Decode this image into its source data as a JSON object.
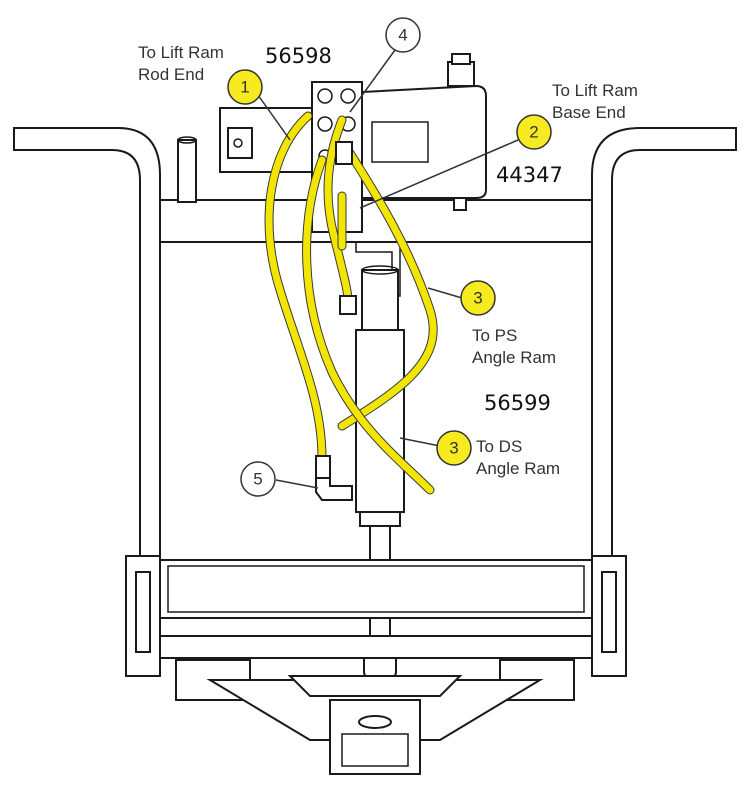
{
  "labels": {
    "lift_ram_rod_end": [
      "To Lift Ram",
      "Rod End"
    ],
    "lift_ram_base_end": [
      "To Lift Ram",
      "Base End"
    ],
    "ps_angle_ram": [
      "To PS",
      "Angle Ram"
    ],
    "ds_angle_ram": [
      "To DS",
      "Angle Ram"
    ]
  },
  "part_numbers": {
    "valve": "56598",
    "reservoir": "44347",
    "ram": "56599"
  },
  "callouts": {
    "c1": "1",
    "c2": "2",
    "c3a": "3",
    "c3b": "3",
    "c4": "4",
    "c5": "5"
  },
  "colors": {
    "hose": "#f2e600",
    "callout_highlight": "#f7ea20",
    "line": "#1a1a1a"
  }
}
